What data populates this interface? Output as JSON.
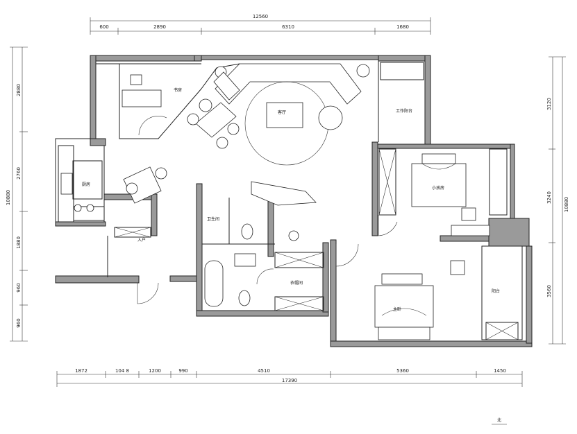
{
  "dimensions": {
    "top_total": "12560",
    "top_segments": [
      "600",
      "2890",
      "6310",
      "1680"
    ],
    "bottom_total": "17390",
    "bottom_segments": [
      "1872",
      "104 8",
      "1200",
      "990",
      "4510",
      "5360",
      "1450"
    ],
    "left_total": "10880",
    "left_segments": [
      "2880",
      "2760",
      "1880",
      "960",
      "960"
    ],
    "right_total": "10880",
    "right_segments": [
      "3120",
      "3240",
      "3560"
    ]
  },
  "rooms": {
    "study": "书房",
    "living": "客厅",
    "balcony_work": "工作阳台",
    "kitchen": "厨房",
    "kids_room": "小孩房",
    "bathroom": "卫生间",
    "closet": "衣帽间",
    "master_bedroom": "主卧",
    "balcony": "阳台",
    "entry_note": "入户"
  },
  "north_mark": "北"
}
